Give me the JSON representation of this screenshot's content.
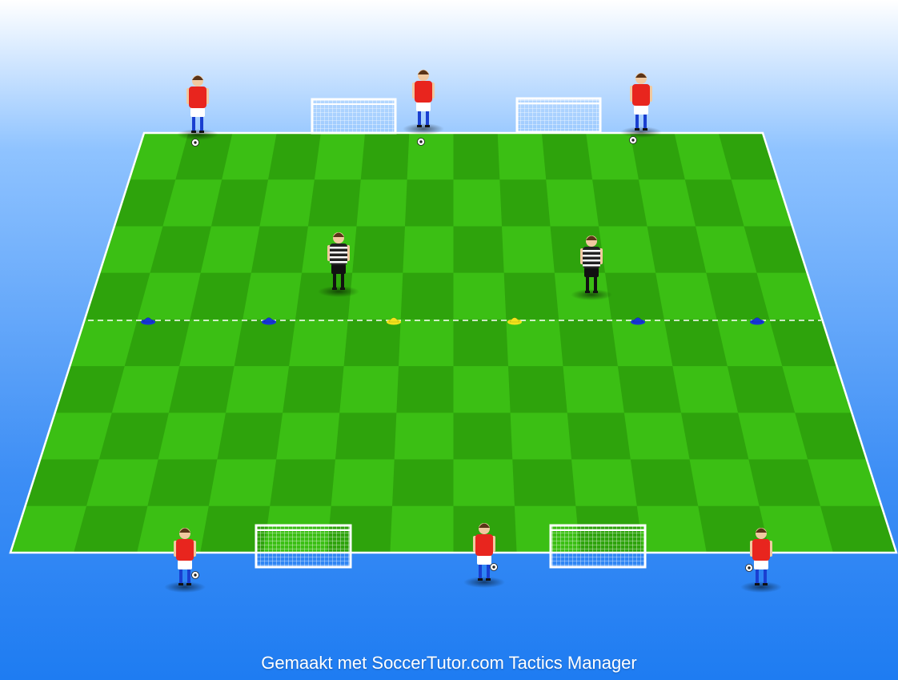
{
  "footer": {
    "credit": "Gemaakt met SoccerTutor.com Tactics Manager"
  },
  "colors": {
    "sky_top": "#ffffff",
    "sky_mid": "#8fc3ff",
    "sky_bottom": "#1e7cf2",
    "grass_light": "#3bbf14",
    "grass_dark": "#2ea30c",
    "line": "#ffffff",
    "attacker_shirt": "#e8251e",
    "attacker_shorts": "#ffffff",
    "attacker_socks": "#1a3fd0",
    "defender_shirt": "#222222",
    "defender_stripe": "#ffffff",
    "cone_blue": "#1736d8",
    "cone_yellow": "#f3e21b"
  },
  "attackers": [
    {
      "id": "top-left",
      "has_ball": true
    },
    {
      "id": "top-center",
      "has_ball": true
    },
    {
      "id": "top-right",
      "has_ball": true
    },
    {
      "id": "bottom-left",
      "has_ball": true
    },
    {
      "id": "bottom-center",
      "has_ball": true
    },
    {
      "id": "bottom-right",
      "has_ball": true
    }
  ],
  "defenders": [
    {
      "id": "left"
    },
    {
      "id": "right"
    }
  ],
  "goals": [
    {
      "id": "top-left-goal"
    },
    {
      "id": "top-right-goal"
    },
    {
      "id": "bottom-left-goal"
    },
    {
      "id": "bottom-right-goal"
    }
  ],
  "cones": [
    "blue",
    "blue",
    "yellow",
    "yellow",
    "blue",
    "blue"
  ],
  "midline": "dashed"
}
